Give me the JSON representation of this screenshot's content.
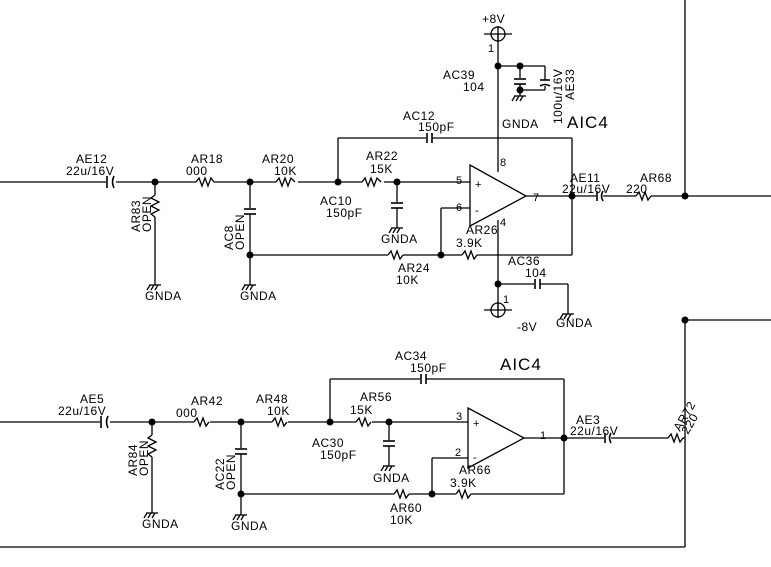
{
  "rails": {
    "pos": "+8V",
    "neg": "-8V"
  },
  "ic_label": "AIC4",
  "gnd": "GNDA",
  "top": {
    "AE12": {
      "ref": "AE12",
      "val": "22u/16V"
    },
    "AR18": {
      "ref": "AR18",
      "val": "000"
    },
    "AR20": {
      "ref": "AR20",
      "val": "10K"
    },
    "AR83": {
      "ref": "AR83",
      "val": "OPEN"
    },
    "AC8": {
      "ref": "AC8",
      "val": "OPEN"
    },
    "AR22": {
      "ref": "AR22",
      "val": "15K"
    },
    "AC10": {
      "ref": "AC10",
      "val": "150pF"
    },
    "AC12": {
      "ref": "AC12",
      "val": "150pF"
    },
    "AC39": {
      "ref": "AC39",
      "val": "104"
    },
    "AE33": {
      "ref": "AE33",
      "val": "100u/16V"
    },
    "AR24": {
      "ref": "AR24",
      "val": "10K"
    },
    "AR26": {
      "ref": "AR26",
      "val": "3.9K"
    },
    "AC36": {
      "ref": "AC36",
      "val": "104"
    },
    "AE11": {
      "ref": "AE11",
      "val": "22u/16V"
    },
    "AR68": {
      "ref": "AR68",
      "val": "220"
    },
    "pins": {
      "p1a": "1",
      "p8": "8",
      "p5": "5",
      "p6": "6",
      "p7": "7",
      "p4": "4",
      "p1b": "1"
    }
  },
  "bottom": {
    "AE5": {
      "ref": "AE5",
      "val": "22u/16V"
    },
    "AR42": {
      "ref": "AR42",
      "val": "000"
    },
    "AR48": {
      "ref": "AR48",
      "val": "10K"
    },
    "AR84": {
      "ref": "AR84",
      "val": "OPEN"
    },
    "AC22": {
      "ref": "AC22",
      "val": "OPEN"
    },
    "AR56": {
      "ref": "AR56",
      "val": "15K"
    },
    "AC30": {
      "ref": "AC30",
      "val": "150pF"
    },
    "AC34": {
      "ref": "AC34",
      "val": "150pF"
    },
    "AR60": {
      "ref": "AR60",
      "val": "10K"
    },
    "AR66": {
      "ref": "AR66",
      "val": "3.9K"
    },
    "AE3": {
      "ref": "AE3",
      "val": "22u/16V"
    },
    "AR72": {
      "ref": "AR72",
      "val": "220"
    },
    "pins": {
      "p3": "3",
      "p2": "2",
      "p1": "1"
    }
  }
}
